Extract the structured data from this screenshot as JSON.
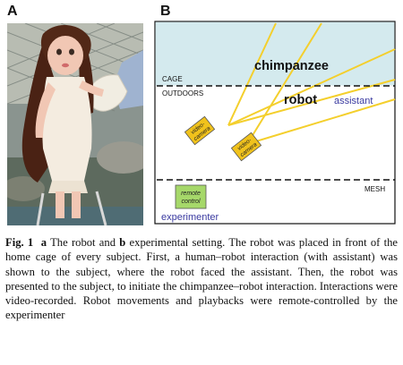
{
  "panels": {
    "a_label": "A",
    "b_label": "B"
  },
  "diagram": {
    "cage_label": "CAGE",
    "outdoors_label": "OUTDOORS",
    "mesh_label": "MESH",
    "chimpanzee_label": "chimpanzee",
    "robot_label": "robot",
    "assistant_label": "assistant",
    "experimenter_label": "experimenter",
    "camera1": [
      "video-",
      "camera"
    ],
    "camera2": [
      "video-",
      "camera"
    ],
    "remote_control": [
      "remote",
      "control"
    ],
    "colors": {
      "cage_fill": "#d4eaee",
      "camera_box": "#f0c21c",
      "camera_beam": "#f4cf2c",
      "remote_box": "#a6d86a",
      "blue_text": "#3a3aa0"
    }
  },
  "caption": {
    "fig": "Fig. 1",
    "a_letter": "a",
    "a_text": " The robot and ",
    "b_letter": "b",
    "body": " experimental setting. The robot was placed in front of the home cage of every subject. First, a human–robot interaction (with assistant) was shown to the subject, where the robot faced the assistant. Then, the robot was presented to the subject, to initiate the chimpanzee–robot interaction. Interactions were video-recorded. Robot movements and playbacks were remote-controlled by the experimenter"
  }
}
